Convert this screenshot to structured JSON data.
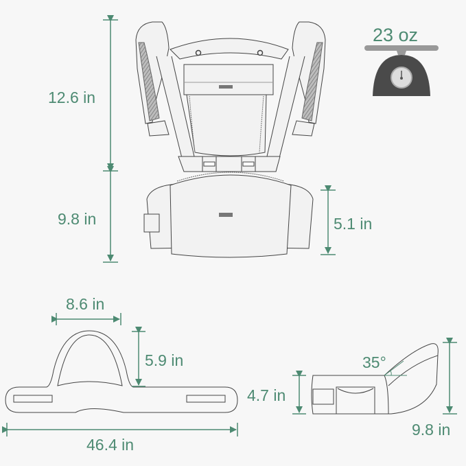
{
  "weight": {
    "label": "23 oz",
    "icon": "scale-icon"
  },
  "front_view": {
    "upper_height": "12.6 in",
    "lower_height": "9.8 in",
    "seat_height": "5.1 in"
  },
  "waist_belt": {
    "arch_width": "8.6 in",
    "arch_height": "5.9 in",
    "total_length": "46.4 in"
  },
  "side_view": {
    "seat_height": "4.7 in",
    "total_height": "9.8 in",
    "seat_angle": "35°"
  },
  "colors": {
    "accent": "#4d8a72",
    "line": "#444444",
    "scale": "#4a4a4a",
    "background": "#f7f7f7"
  }
}
